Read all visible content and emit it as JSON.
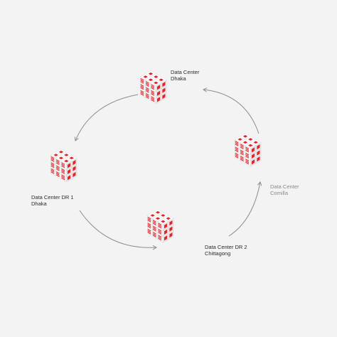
{
  "colors": {
    "background": "#f3f3f3",
    "accent": "#e3262d",
    "arrow": "#8d8d8d",
    "muted_label": "#8a8a8a"
  },
  "icon": "server-cluster-icon",
  "nodes": [
    {
      "id": "dhaka",
      "line1": "Data Center",
      "line2": "Dhaka",
      "muted": false
    },
    {
      "id": "comilla",
      "line1": "Data Center",
      "line2": "Comilla",
      "muted": true
    },
    {
      "id": "chittagong",
      "line1": "Data Center DR 2",
      "line2": "Chittagong",
      "muted": false
    },
    {
      "id": "dr1",
      "line1": "Data Center DR 1",
      "line2": "Dhaka",
      "muted": false
    }
  ]
}
